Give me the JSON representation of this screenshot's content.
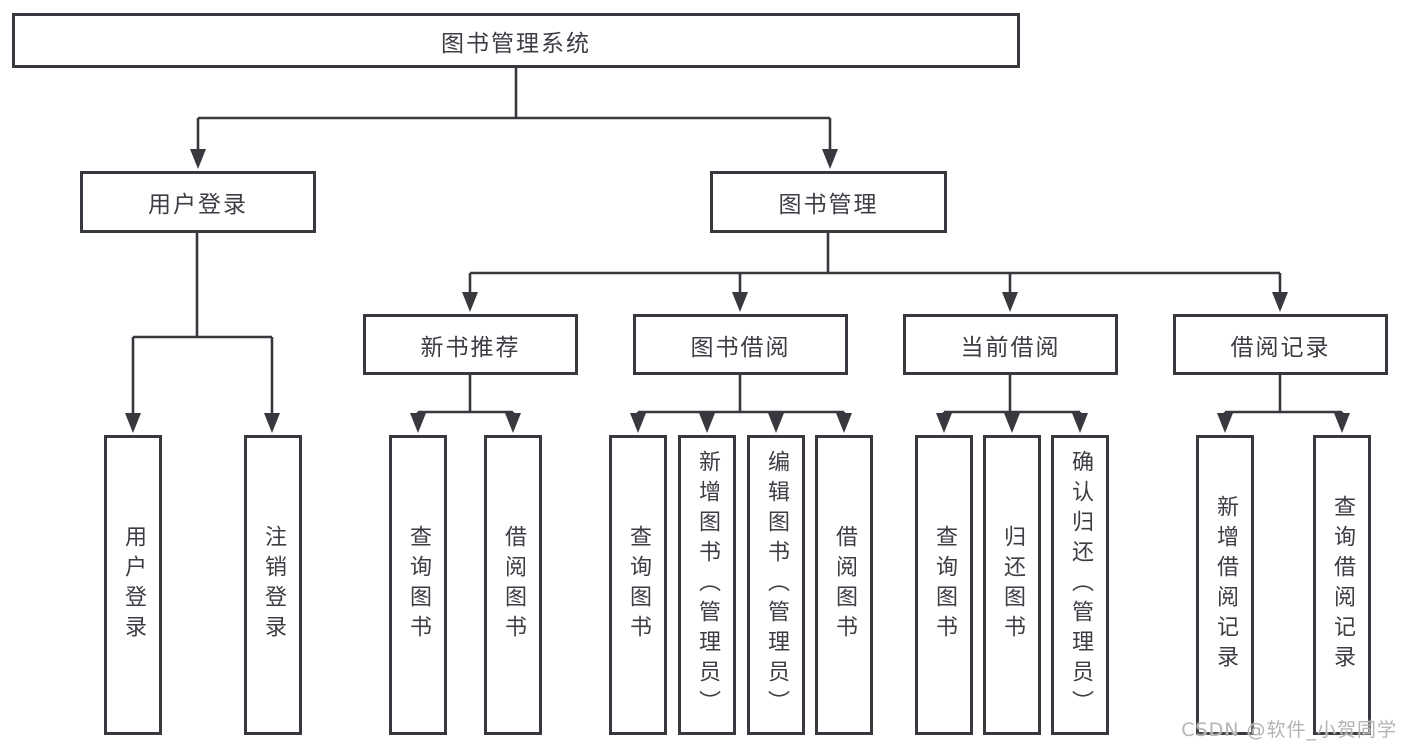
{
  "tree": {
    "label": "图书管理系统",
    "children": [
      {
        "label": "用户登录",
        "children": [
          {
            "label": "用户登录"
          },
          {
            "label": "注销登录"
          }
        ]
      },
      {
        "label": "图书管理",
        "children": [
          {
            "label": "新书推荐",
            "children": [
              {
                "label": "查询图书"
              },
              {
                "label": "借阅图书"
              }
            ]
          },
          {
            "label": "图书借阅",
            "children": [
              {
                "label": "查询图书"
              },
              {
                "label": "新增图书（管理员）"
              },
              {
                "label": "编辑图书（管理员）"
              },
              {
                "label": "借阅图书"
              }
            ]
          },
          {
            "label": "当前借阅",
            "children": [
              {
                "label": "查询图书"
              },
              {
                "label": "归还图书"
              },
              {
                "label": "确认归还（管理员）"
              }
            ]
          },
          {
            "label": "借阅记录",
            "children": [
              {
                "label": "新增借阅记录"
              },
              {
                "label": "查询借阅记录"
              }
            ]
          }
        ]
      }
    ]
  },
  "watermark": {
    "text": "CSDN @软件_小贺同学"
  },
  "colors": {
    "line": "#37393e",
    "text": "#3c3e44",
    "watermark": "#b3b4b6",
    "background": "#ffffff"
  }
}
